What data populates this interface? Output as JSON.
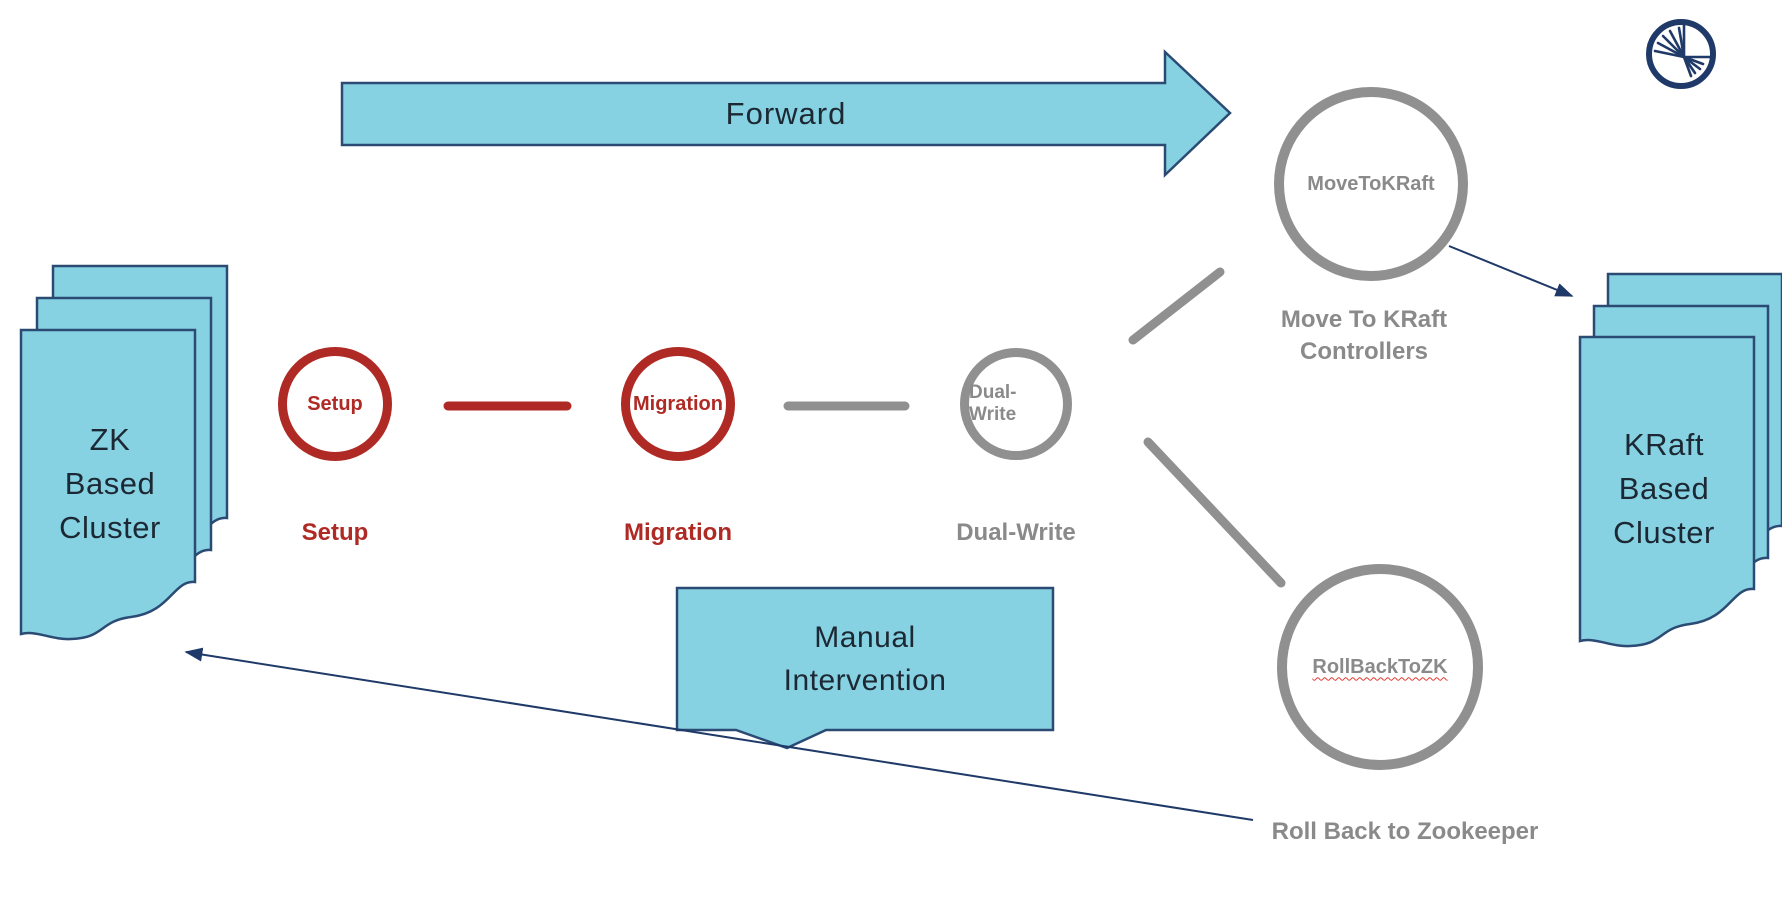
{
  "colors": {
    "cyan_fill": "#86D2E2",
    "navy_border": "#2B4B74",
    "navy_line": "#1F3A68",
    "red": "#B02A25",
    "gray": "#909090",
    "gray_text": "#8A8A8A",
    "dark_text": "#1C2833"
  },
  "forward_arrow": {
    "label": "Forward"
  },
  "logo": {
    "icon": "confluent-burst-icon"
  },
  "zk_cluster": {
    "lines": [
      "ZK",
      "Based",
      "Cluster"
    ]
  },
  "kraft_cluster": {
    "lines": [
      "KRaft",
      "Based",
      "Cluster"
    ]
  },
  "states": {
    "setup": {
      "circle_label": "Setup",
      "caption": "Setup"
    },
    "migration": {
      "circle_label": "Migration",
      "caption": "Migration"
    },
    "dual_write": {
      "circle_label": "Dual-Write",
      "caption": "Dual-Write"
    },
    "move_to_kraft": {
      "circle_label": "MoveToKRaft",
      "caption_lines": [
        "Move To KRaft",
        "Controllers"
      ]
    },
    "rollback": {
      "circle_label": "RollBackToZK",
      "caption": "Roll Back to Zookeeper"
    }
  },
  "callout": {
    "lines": [
      "Manual",
      "Intervention"
    ]
  }
}
